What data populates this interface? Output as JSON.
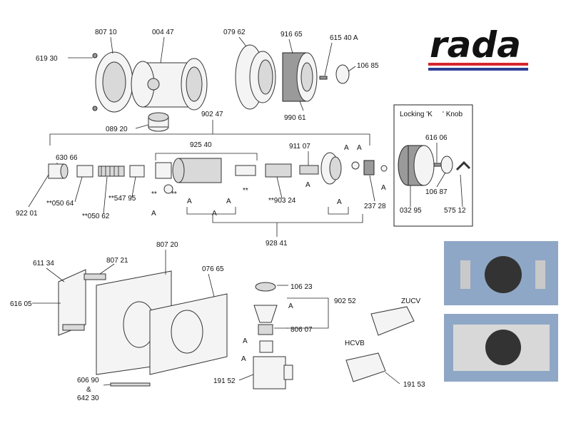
{
  "brand": {
    "name": "rada",
    "stripe_red": "#d7262e",
    "stripe_blue": "#2a3f94"
  },
  "labels": {
    "p80710": "807 10",
    "p00447": "004 47",
    "p07962": "079 62",
    "p91665": "916 65",
    "p61540": "615 40 A",
    "p61930": "619 30",
    "p10685": "106 85",
    "p08920": "089 20",
    "p99061": "990 61",
    "p90247": "902 47",
    "p92540": "925 40",
    "p63066": "630 66",
    "p91107": "911 07",
    "p92201": "922 01",
    "p05064": "**050 64",
    "p05062": "**050 62",
    "p54795": "**547 95",
    "p90324": "**903 24",
    "p23728": "237 28",
    "p92841": "928 41",
    "dstar1": "**",
    "dstar2": "**",
    "dstar3": "**",
    "a1": "A",
    "a2": "A",
    "a3": "A",
    "a4": "A",
    "a5": "A",
    "a6": "A",
    "a7": "A",
    "a8": "A",
    "a9": "A",
    "locking": "Locking 'K",
    "knob": "' Knob",
    "p61606": "616 06",
    "p10687": "106 87",
    "p03295": "032 95",
    "p57512": "575 12",
    "p61134": "611 34",
    "p80721": "807 21",
    "p80720": "807 20",
    "p07665": "076 65",
    "p61605": "616 05",
    "p60690": "606 90",
    "amp": "&",
    "p64230": "642 30",
    "p10623": "106 23",
    "p90252": "902 52",
    "p80607": "806 07",
    "p19152": "191 52",
    "zucv": "ZUCV",
    "hcvb": "HCVB",
    "p19153": "191 53",
    "a10": "A",
    "a11": "A",
    "a12": "A"
  }
}
